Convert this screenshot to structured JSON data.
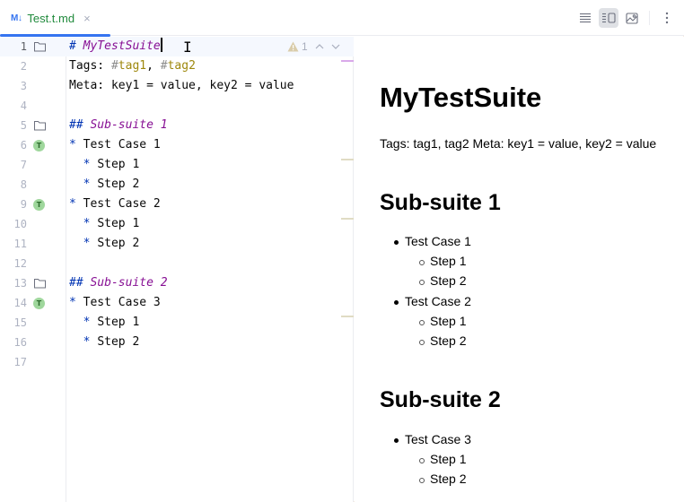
{
  "tab": {
    "icon": "markdown-icon",
    "icon_text": "M↓",
    "label": "Test.t.md",
    "close": "×"
  },
  "toolbar": {
    "buttons": [
      {
        "name": "editor-only-button",
        "icon": "lines-icon",
        "active": false
      },
      {
        "name": "editor-and-preview-button",
        "icon": "split-icon",
        "active": true
      },
      {
        "name": "preview-only-button",
        "icon": "image-icon",
        "active": false
      }
    ],
    "more": "⋮"
  },
  "editor": {
    "inspection": {
      "warning_count": "1"
    },
    "lines": [
      {
        "n": "1",
        "gutter": "folder",
        "parts": [
          [
            "hash",
            "# "
          ],
          [
            "head",
            "MyTestSuite"
          ]
        ],
        "caret": true
      },
      {
        "n": "2",
        "gutter": "",
        "parts": [
          [
            "text",
            "Tags: "
          ],
          [
            "tagh",
            "#"
          ],
          [
            "tag",
            "tag1"
          ],
          [
            "text",
            ", "
          ],
          [
            "tagh",
            "#"
          ],
          [
            "tag",
            "tag2"
          ]
        ]
      },
      {
        "n": "3",
        "gutter": "",
        "parts": [
          [
            "text",
            "Meta: key1 = value, key2 = value"
          ]
        ]
      },
      {
        "n": "4",
        "gutter": "",
        "parts": []
      },
      {
        "n": "5",
        "gutter": "folder",
        "parts": [
          [
            "hash",
            "## "
          ],
          [
            "head",
            "Sub-suite 1"
          ]
        ]
      },
      {
        "n": "6",
        "gutter": "test",
        "parts": [
          [
            "star",
            "* "
          ],
          [
            "text",
            "Test Case 1"
          ]
        ]
      },
      {
        "n": "7",
        "gutter": "",
        "parts": [
          [
            "text",
            "  "
          ],
          [
            "star",
            "* "
          ],
          [
            "text",
            "Step 1"
          ]
        ]
      },
      {
        "n": "8",
        "gutter": "",
        "parts": [
          [
            "text",
            "  "
          ],
          [
            "star",
            "* "
          ],
          [
            "text",
            "Step 2"
          ]
        ]
      },
      {
        "n": "9",
        "gutter": "test",
        "parts": [
          [
            "star",
            "* "
          ],
          [
            "text",
            "Test Case 2"
          ]
        ]
      },
      {
        "n": "10",
        "gutter": "",
        "parts": [
          [
            "text",
            "  "
          ],
          [
            "star",
            "* "
          ],
          [
            "text",
            "Step 1"
          ]
        ]
      },
      {
        "n": "11",
        "gutter": "",
        "parts": [
          [
            "text",
            "  "
          ],
          [
            "star",
            "* "
          ],
          [
            "text",
            "Step 2"
          ]
        ]
      },
      {
        "n": "12",
        "gutter": "",
        "parts": []
      },
      {
        "n": "13",
        "gutter": "folder",
        "parts": [
          [
            "hash",
            "## "
          ],
          [
            "head",
            "Sub-suite 2"
          ]
        ]
      },
      {
        "n": "14",
        "gutter": "test",
        "parts": [
          [
            "star",
            "* "
          ],
          [
            "text",
            "Test Case 3"
          ]
        ]
      },
      {
        "n": "15",
        "gutter": "",
        "parts": [
          [
            "text",
            "  "
          ],
          [
            "star",
            "* "
          ],
          [
            "text",
            "Step 1"
          ]
        ]
      },
      {
        "n": "16",
        "gutter": "",
        "parts": [
          [
            "text",
            "  "
          ],
          [
            "star",
            "* "
          ],
          [
            "text",
            "Step 2"
          ]
        ]
      },
      {
        "n": "17",
        "gutter": "",
        "parts": []
      }
    ],
    "test_badge_letter": "T",
    "colors": {
      "keyword": "#0033b3",
      "heading": "#871094",
      "tag": "#9e880d",
      "test_badge": "#9fd79c",
      "marker_heading": "#d9a9ea",
      "marker_test": "#e0dcc4"
    }
  },
  "preview": {
    "h1": "MyTestSuite",
    "paragraph": "Tags: tag1, tag2 Meta: key1 = value, key2 = value",
    "sections": [
      {
        "title": "Sub-suite 1",
        "cases": [
          {
            "label": "Test Case 1",
            "steps": [
              "Step 1",
              "Step 2"
            ]
          },
          {
            "label": "Test Case 2",
            "steps": [
              "Step 1",
              "Step 2"
            ]
          }
        ]
      },
      {
        "title": "Sub-suite 2",
        "cases": [
          {
            "label": "Test Case 3",
            "steps": [
              "Step 1",
              "Step 2"
            ]
          }
        ]
      }
    ]
  }
}
